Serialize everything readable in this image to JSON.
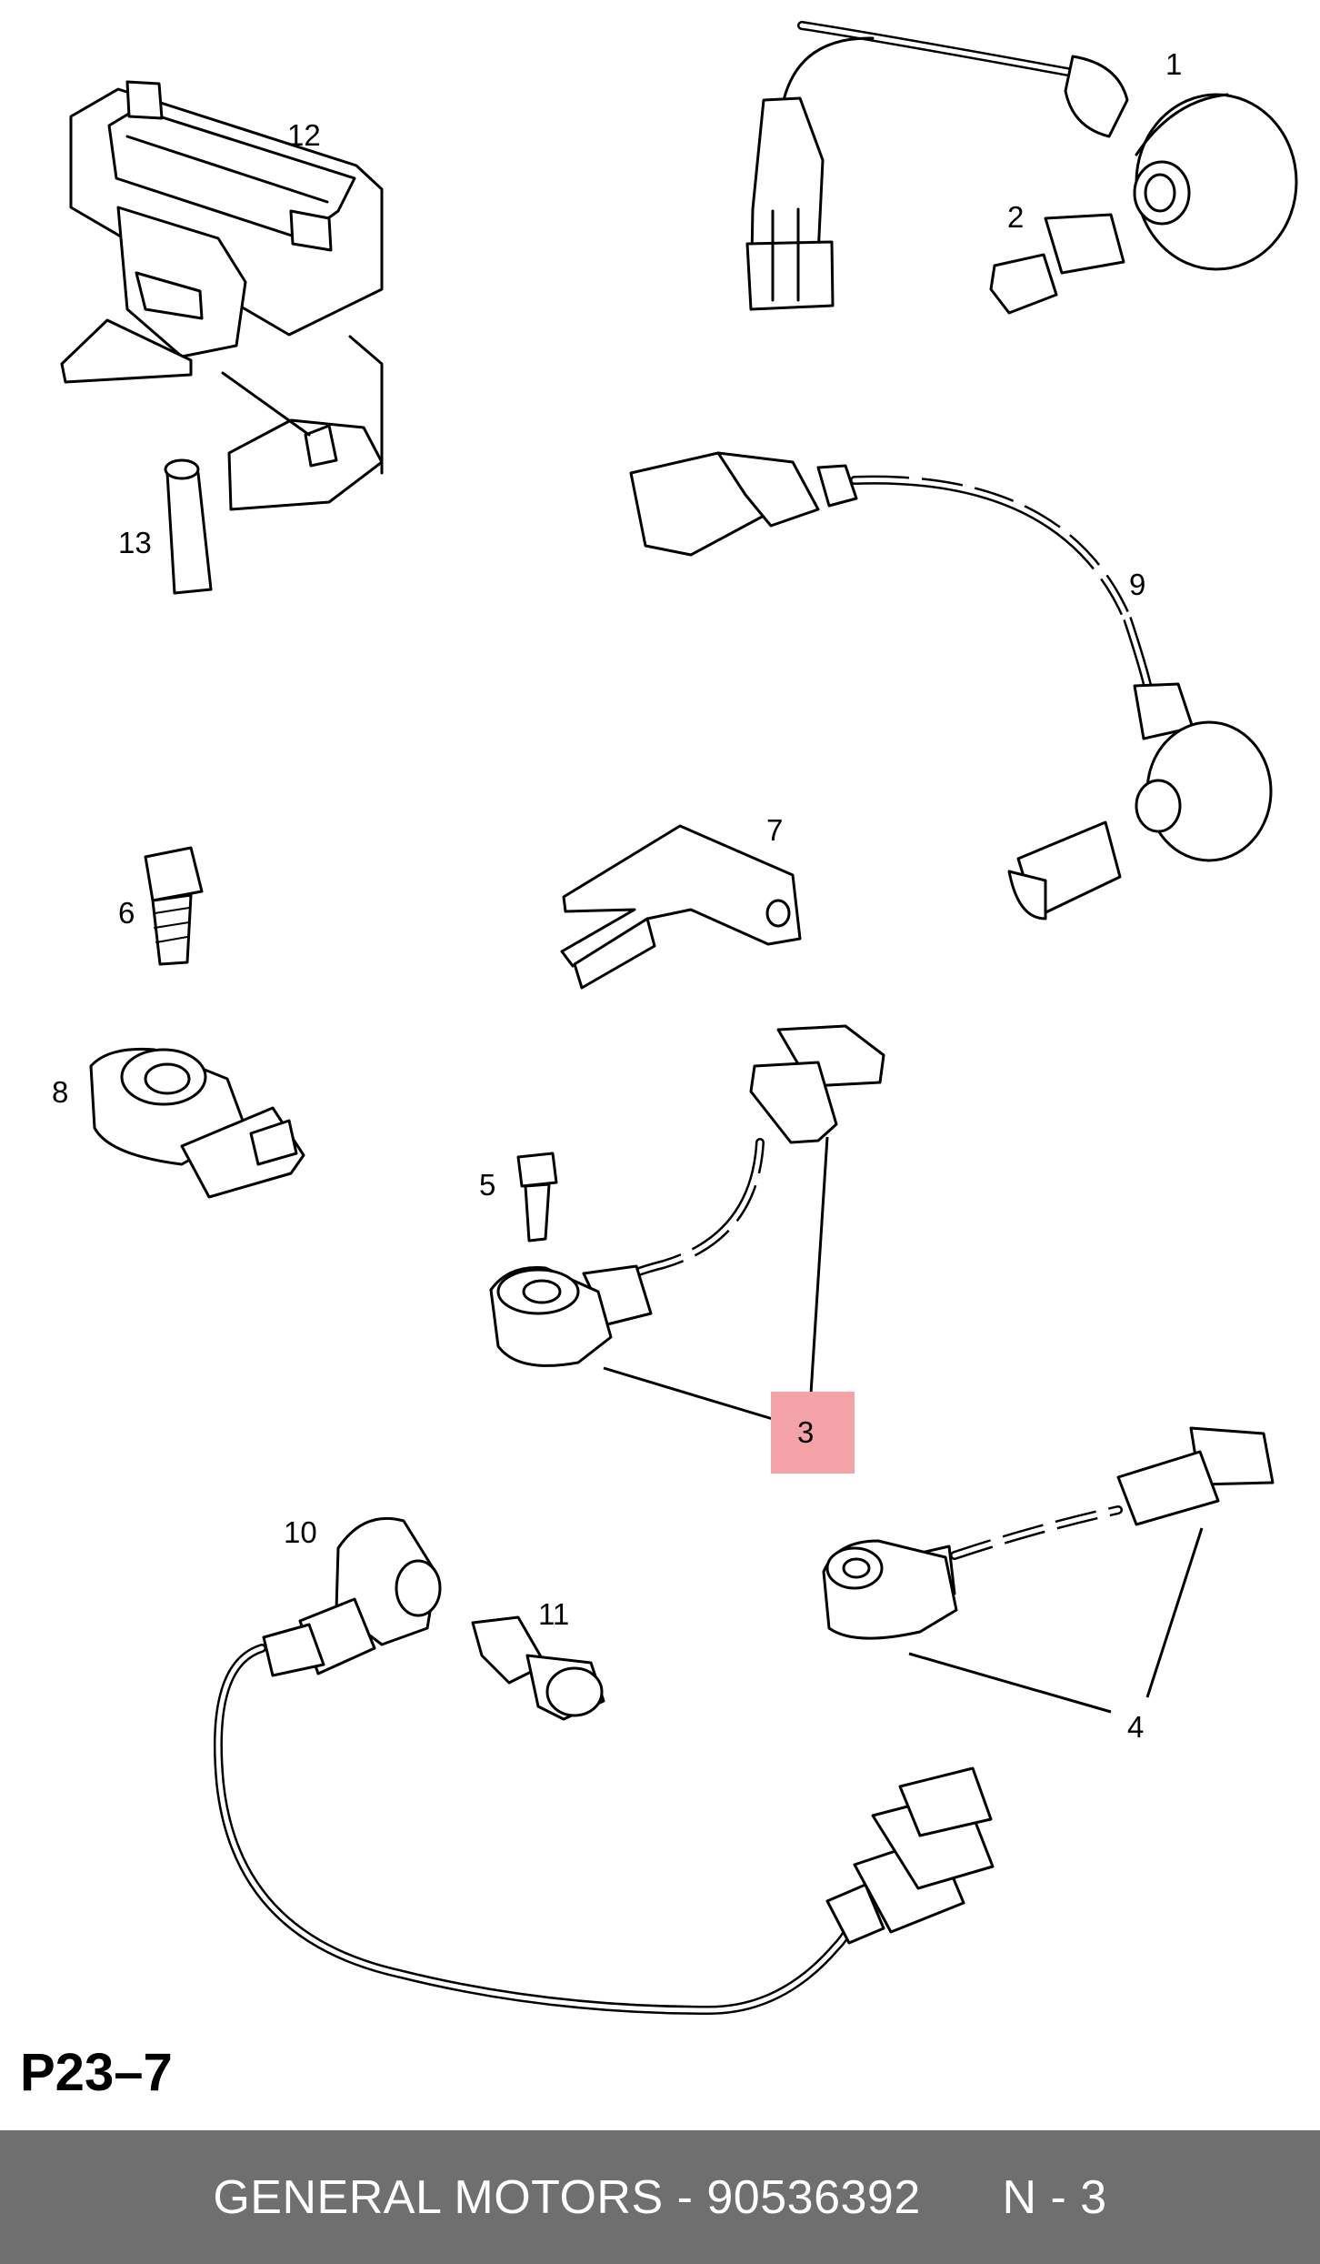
{
  "diagram": {
    "reference": "P23–7",
    "callouts": [
      "1",
      "2",
      "3",
      "4",
      "5",
      "6",
      "7",
      "8",
      "9",
      "10",
      "11",
      "12",
      "13"
    ],
    "highlighted_callout": "3",
    "highlight_color": "#f4a3a8"
  },
  "footer": {
    "brand": "GENERAL MOTORS",
    "separator": " - ",
    "part_number": "90536392",
    "position_label": "N - 3",
    "background_color": "#6f6f6f"
  }
}
